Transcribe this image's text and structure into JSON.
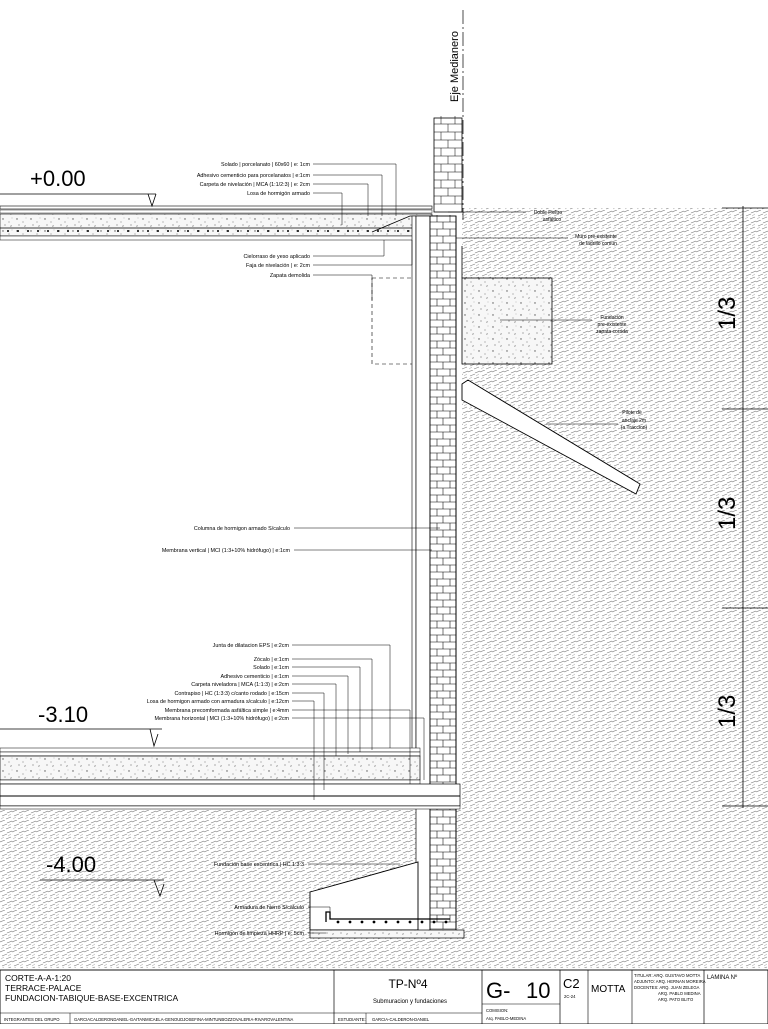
{
  "axis_label": "Eje Medianero",
  "levels": {
    "top": "+0.00",
    "mid": "-3.10",
    "bottom": "-4.00"
  },
  "thirds": [
    "1/3",
    "1/3",
    "1/3"
  ],
  "labels_top": [
    "Solado | porcelanato | 60x60 | e: 1cm",
    "Adhesivo  cementicio para  porcelanatos | e:1cm",
    "Carpeta de nivelación | MCA (1:1/2:3) | e: 2cm",
    "Losa de hormigón armado"
  ],
  "labels_ceiling": [
    "Cielorraso de yeso aplicado",
    "Faja de nivelación | e: 2cm",
    "Zapata demolida"
  ],
  "labels_right": {
    "felt": [
      "Doble Fieltro",
      "asfáltico"
    ],
    "wall": [
      "Muro pre-existente",
      "de ladrillo comun"
    ],
    "foundation": [
      "Fundación",
      "pre-existente",
      "zapata corrida"
    ],
    "pile": [
      "Pilote de",
      "anclaje 2m",
      "(a Traccion)"
    ]
  },
  "labels_column": [
    "Columna de hormigon armado S/calculo",
    "Membrana vertical | MCI (1:3+10% hidrófugo) | e:1cm"
  ],
  "labels_floor": [
    "Junta de dilatacion EPS | e:2cm",
    "Zócalo | e:1cm",
    "Solado | e:1cm",
    "Adhesivo cementicio | e:1cm",
    "Carpeta niveladora | MCA (1:1:3) | e:2cm",
    "Contrapiso | HC (1:3:3) c/canto rodado | e:15cm",
    "Losa de hormigon armado con armadura s/calculo | e:12cm",
    "Membrana precomformada asfáltica simple | e:4mm",
    "Membrana horizontal | MCI (1:3+10% hidrófugo) | e:2cm"
  ],
  "labels_base": [
    "Fundación base excentrica | HC 1:3:3",
    "Armadura de hierro S/calculo",
    "Hormigón de limpieza HHRP | e: 5cm"
  ],
  "title_block": {
    "section": "CORTE-A-A-1:20",
    "project": "TERRACE-PALACE",
    "subject": "FUNDACION-TABIQUE-BASE-EXCENTRICA",
    "group_label": "INTEGRANTES DEL GRUPO",
    "group_members": "GARCIACALDERONDANIEL-GAITANMICAELA-GENOUDJOSEFINA-MINTUNBOZZOVALERIA-RIVAROVALENTINA",
    "tp": "TP-Nº4",
    "tp_subtitle": "Submuracion y fundaciones",
    "student_label": "ESTUDIANTE:",
    "student_name": "GARCIA-CALDERON-DANIEL",
    "sheet_prefix": "G-",
    "sheet_number": "10",
    "comision_label": "COMISION:",
    "comision_name": "Arq.  PABLO-MEDINA",
    "course_code": "C2",
    "course_year": "2C-24",
    "chair": "MOTTA",
    "staff": [
      "TITULAR: ARQ. GUSTAVO MOTTA",
      "ADJUNTO:     ARQ. HERNAN MOREIRA",
      "DOCENTES:    ARQ. JUAN ZELEGA",
      "ARQ. PABLO MEDINA",
      "ARQ. PATO BLITO"
    ],
    "lamina_label": "LAMINA Nº"
  }
}
